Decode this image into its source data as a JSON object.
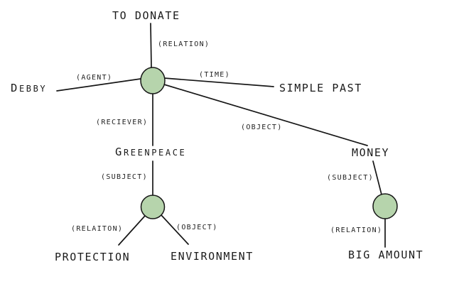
{
  "colors": {
    "background": "#ffffff",
    "node_fill": "#b6d4ac",
    "node_stroke": "#161616",
    "edge": "#161616",
    "text": "#1b1b1b"
  },
  "nodes": {
    "to_donate": "TO DONATE",
    "debby": "DEBBY",
    "simple_past": "SIMPLE PAST",
    "greenpeace": "GREENPEACE",
    "money": "MONEY",
    "protection": "PROTECTION",
    "environment": "ENVIRONMENT",
    "big_amount": "BIG AMOUNT"
  },
  "relations": {
    "relation_top": "(RELATION)",
    "agent": "(AGENT)",
    "time": "(TIME)",
    "reciever": "(RECIEVER)",
    "object_main": "(OBJECT)",
    "subject_left": "(SUBJECT)",
    "relaiton": "(RELAITON)",
    "object_env": "(OBJECT)",
    "subject_right": "(SUBJECT)",
    "relation_right": "(RELATION)"
  }
}
